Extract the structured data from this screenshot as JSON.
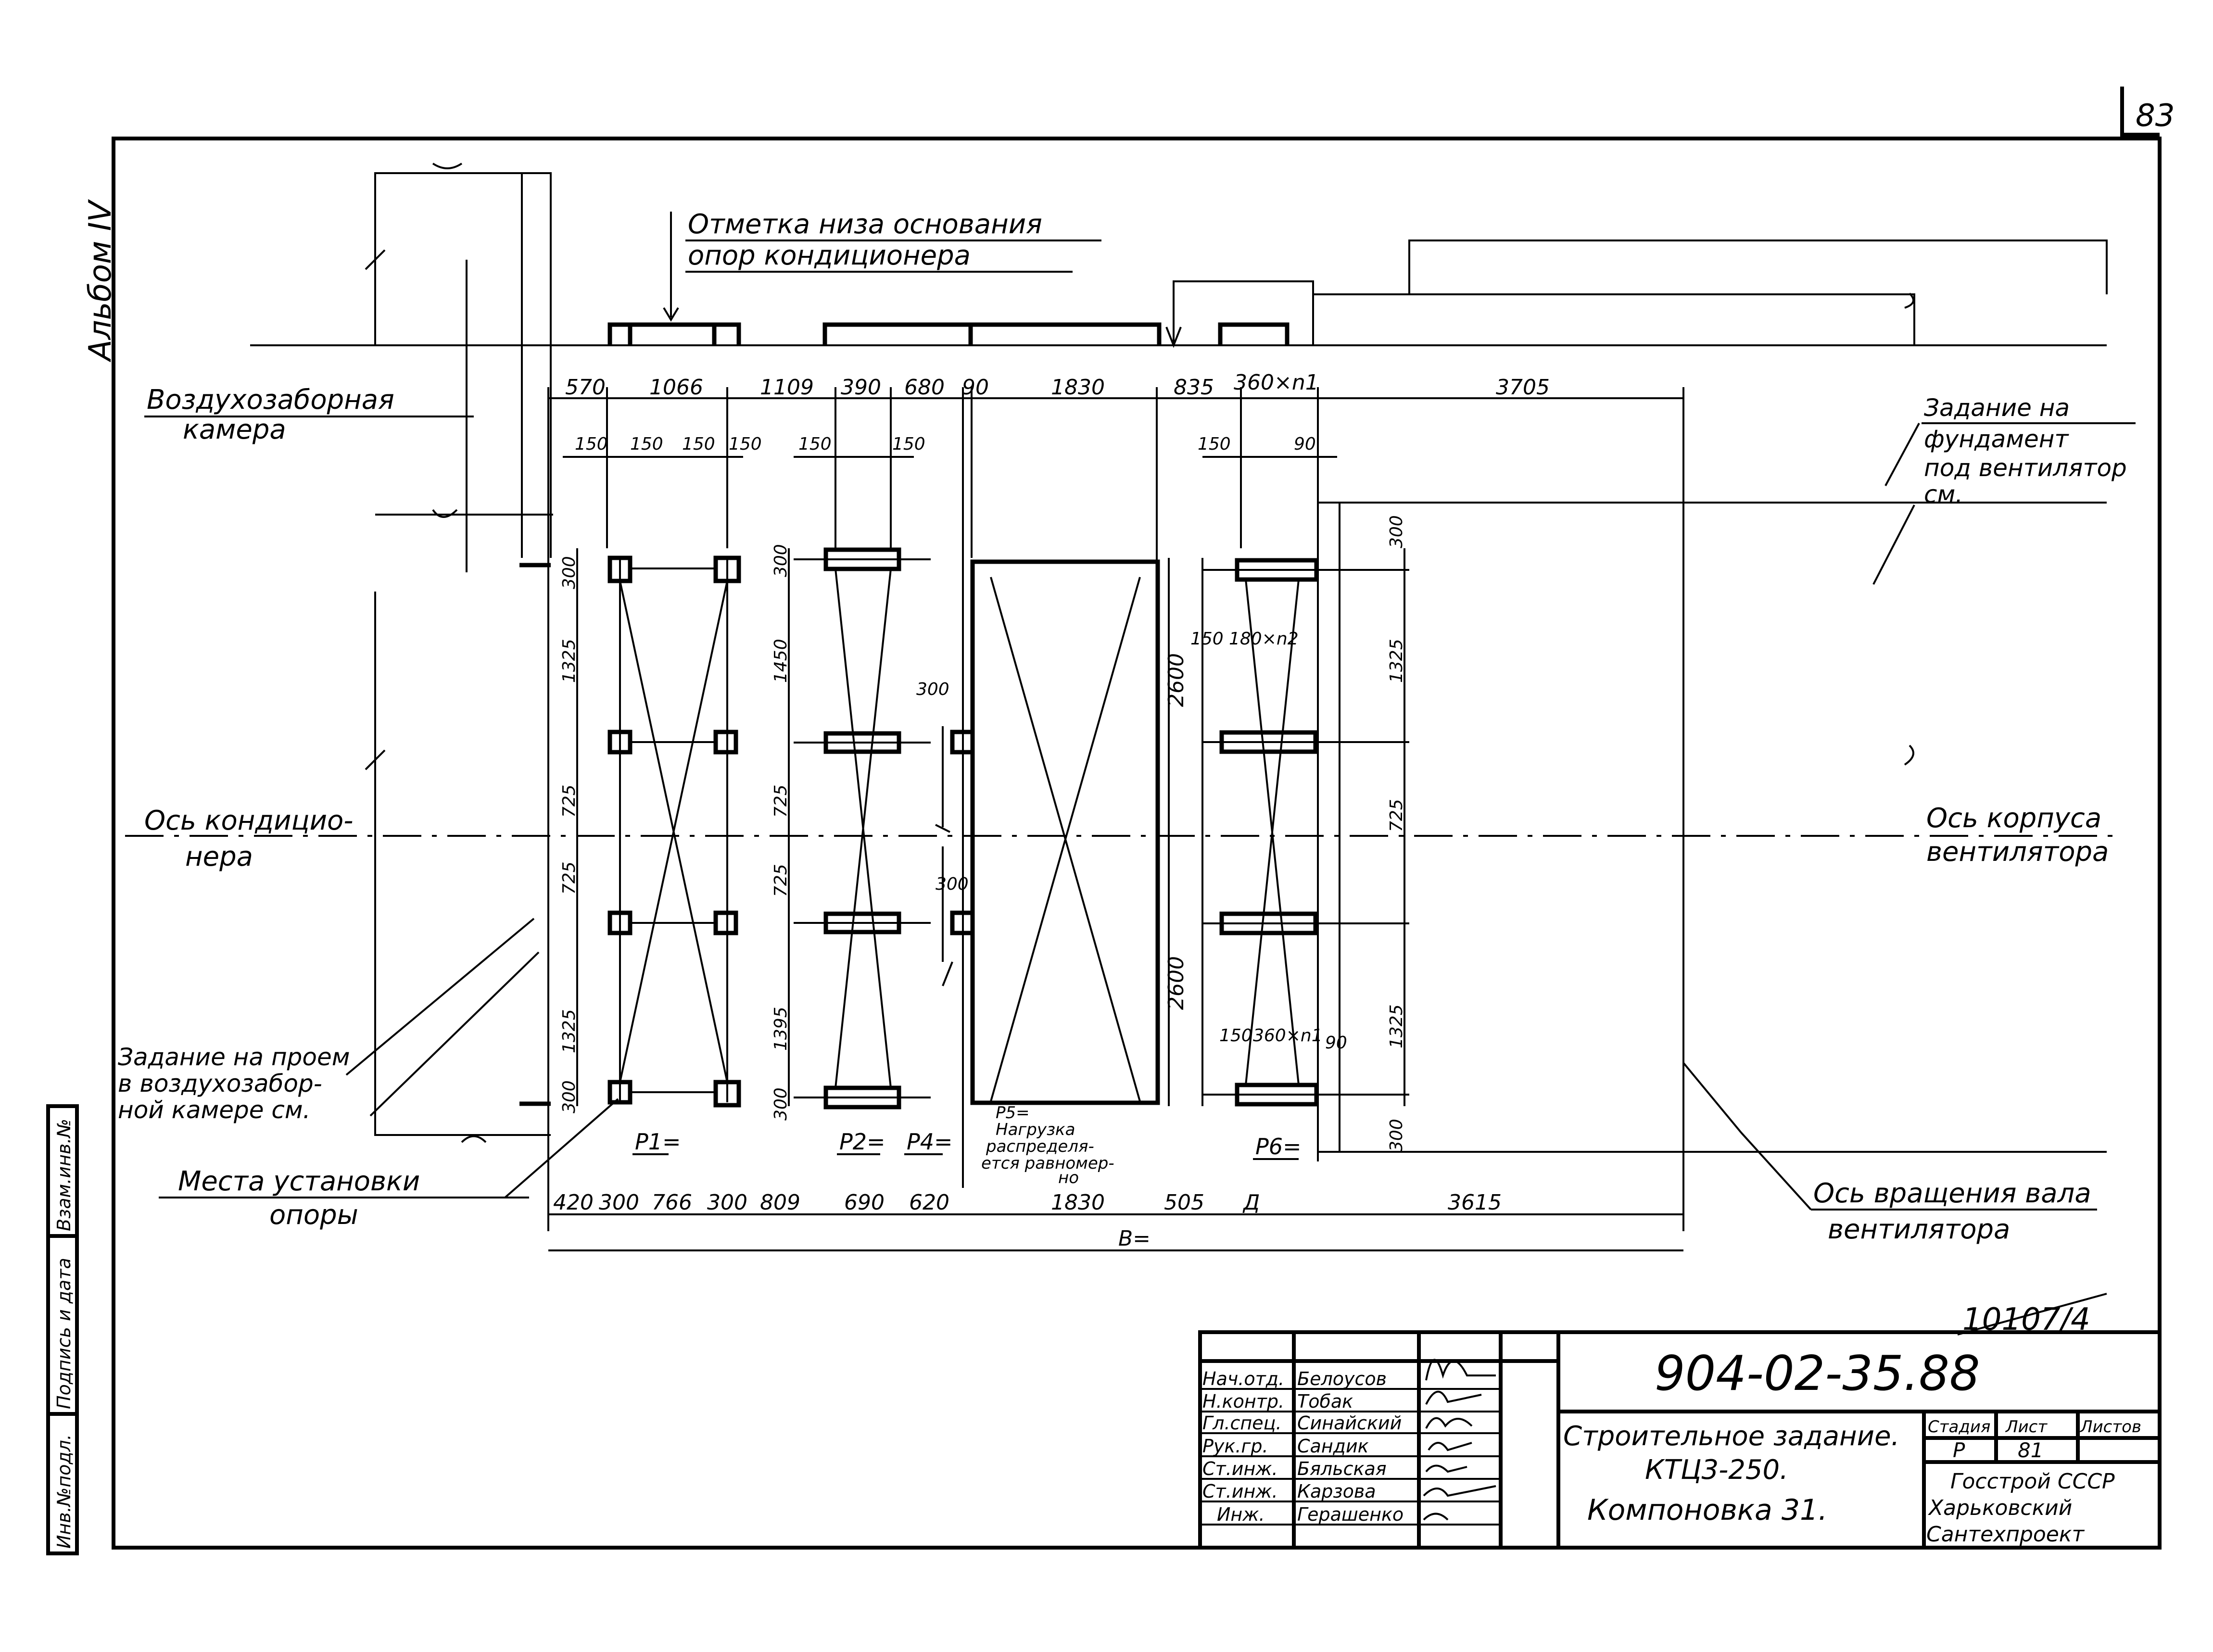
{
  "sheet": {
    "page_number": "83",
    "album_label": "Альбом IV",
    "drawing_code": "904-02-35.88",
    "inventory_number": "10107/4",
    "title_lines": [
      "Строительное задание.",
      "КТЦ3-250.",
      "Компоновка 31."
    ],
    "stage_header": "Стадия",
    "sheet_header": "Лист",
    "sheets_header": "Листов",
    "stage_value": "Р",
    "sheet_value": "81",
    "org_lines": [
      "Госстрой СССР",
      "Харьковский",
      "Сантехпроект"
    ],
    "left_stamp": [
      "Инв.№подл.",
      "Подпись и дата",
      "Взам.инв.№"
    ]
  },
  "signatures": [
    {
      "role": "Нач.отд.",
      "name": "Белоусов"
    },
    {
      "role": "Н.контр.",
      "name": "Тобак"
    },
    {
      "role": "Гл.спец.",
      "name": "Синайский"
    },
    {
      "role": "Рук.гр.",
      "name": "Сандик"
    },
    {
      "role": "Ст.инж.",
      "name": "Бяльская"
    },
    {
      "role": "Ст.инж.",
      "name": "Карзова"
    },
    {
      "role": "Инж.",
      "name": "Герашенко"
    }
  ],
  "labels": {
    "base_mark_1": "Отметка низа основания",
    "base_mark_2": "опор кондиционера",
    "intake_1": "Воздухозаборная",
    "intake_2": "камера",
    "fan_task_1": "Задание на",
    "fan_task_2": "фундамент",
    "fan_task_3": "под вентилятор",
    "fan_task_4": "см.",
    "ac_axis_1": "Ось кондицио-",
    "ac_axis_2": "нера",
    "fan_axis_1": "Ось корпуса",
    "fan_axis_2": "вентилятора",
    "opening_1": "Задание на проем",
    "opening_2": "в воздухозабор-",
    "opening_3": "ной камере см.",
    "support_1": "Места установки",
    "support_2": "опоры",
    "shaft_1": "Ось вращения вала",
    "shaft_2": "вентилятора",
    "p5_1": "Р5=",
    "p5_2": "Нагрузка",
    "p5_3": "распределя-",
    "p5_4": "ется равномер-",
    "p5_5": "но",
    "p1": "Р1=",
    "p2": "Р2=",
    "p4": "Р4=",
    "p6": "Р6=",
    "b_total": "В=",
    "d_label": "Д"
  },
  "dims_top": [
    "570",
    "1066",
    "1109",
    "390",
    "680",
    "90",
    "1830",
    "835",
    "360×n1",
    "3705"
  ],
  "dims_bottom": [
    "420",
    "300",
    "766",
    "300",
    "809",
    "690",
    "620",
    "1830",
    "505",
    "3615"
  ],
  "dims_misc": {
    "d150": "150",
    "d90": "90",
    "d300": "300",
    "d1325": "1325",
    "d725": "725",
    "d1450": "1450",
    "d1395": "1395",
    "d2600": "2600",
    "d180n2": "180×n2",
    "d360n1": "360×n1"
  }
}
